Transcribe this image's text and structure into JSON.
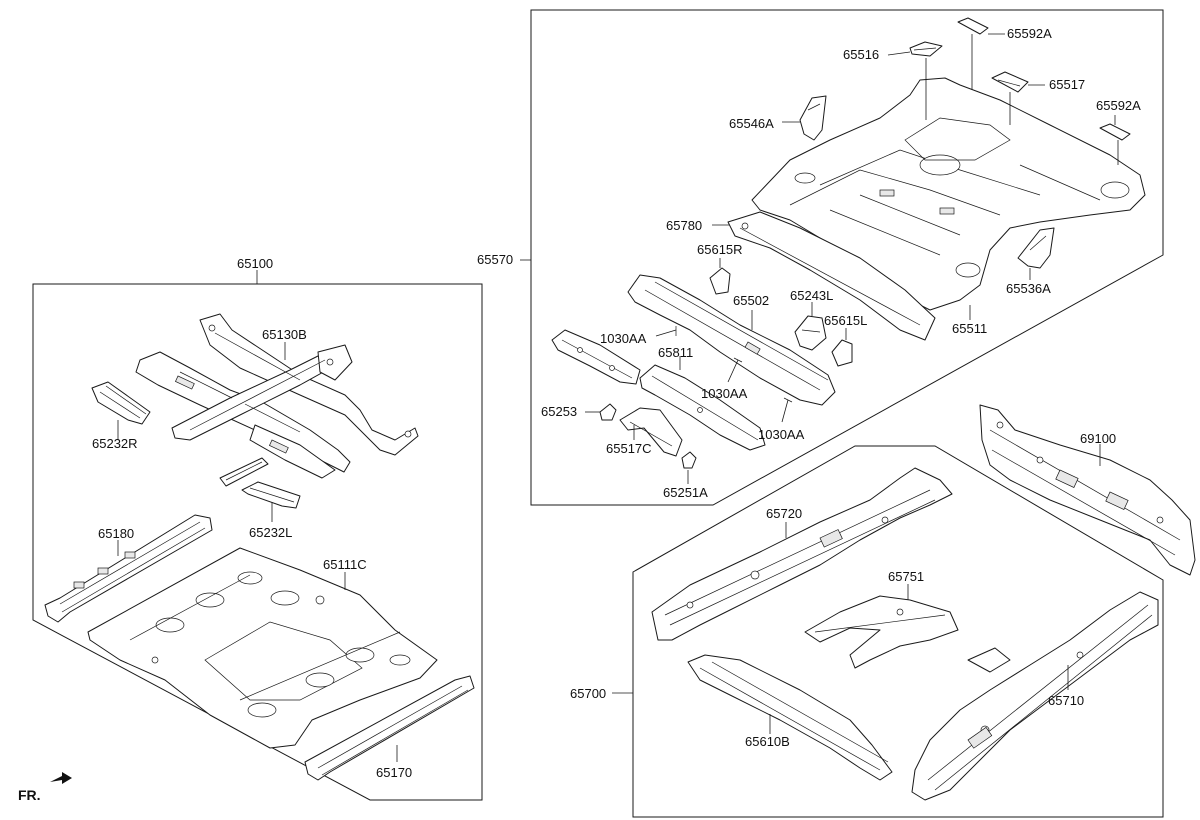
{
  "diagram": {
    "labels": {
      "p65100": "65100",
      "p65130B": "65130B",
      "p65232R": "65232R",
      "p65232L": "65232L",
      "p65180": "65180",
      "p65111C": "65111C",
      "p65170": "65170",
      "p65570": "65570",
      "p65516": "65516",
      "p65592A_top": "65592A",
      "p65517": "65517",
      "p65546A": "65546A",
      "p65592A_right": "65592A",
      "p65780": "65780",
      "p65615R": "65615R",
      "p65502": "65502",
      "p65243L": "65243L",
      "p65615L": "65615L",
      "p1030AA_a": "1030AA",
      "p65811": "65811",
      "p1030AA_b": "1030AA",
      "p65253": "65253",
      "p1030AA_c": "1030AA",
      "p65517C": "65517C",
      "p65251A": "65251A",
      "p65511": "65511",
      "p65536A": "65536A",
      "p69100": "69100",
      "p65720": "65720",
      "p65751": "65751",
      "p65700": "65700",
      "p65710": "65710",
      "p65610B": "65610B"
    },
    "direction_marker": "FR."
  }
}
